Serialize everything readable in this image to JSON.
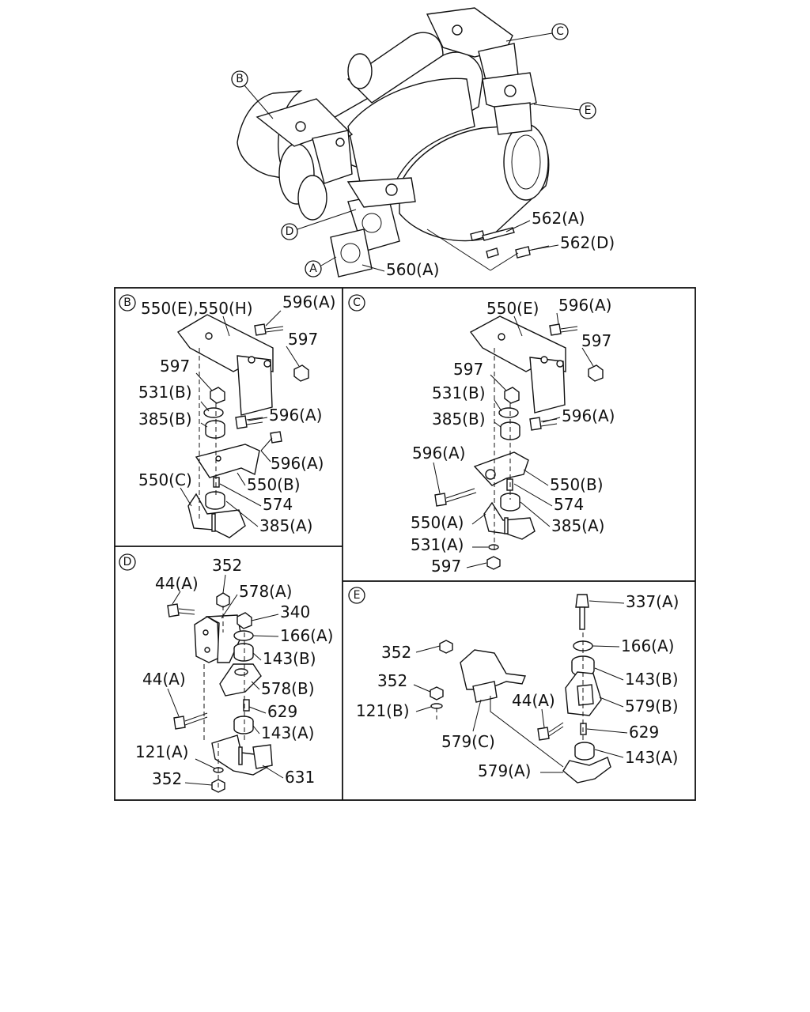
{
  "callouts": {
    "B": "B",
    "C": "C",
    "D": "D",
    "E": "E",
    "A": "A"
  },
  "overview": {
    "labels": [
      "562(A)",
      "562(D)",
      "560(A)"
    ]
  },
  "panel_b": {
    "tag": "B",
    "labels": [
      "550(E),550(H)",
      "596(A)",
      "597",
      "597",
      "531(B)",
      "385(B)",
      "596(A)",
      "596(A)",
      "550(C)",
      "550(B)",
      "574",
      "385(A)"
    ]
  },
  "panel_c": {
    "tag": "C",
    "labels": [
      "550(E)",
      "596(A)",
      "597",
      "597",
      "531(B)",
      "385(B)",
      "596(A)",
      "596(A)",
      "550(B)",
      "574",
      "550(A)",
      "385(A)",
      "531(A)",
      "597"
    ]
  },
  "panel_d": {
    "tag": "D",
    "labels": [
      "352",
      "44(A)",
      "578(A)",
      "340",
      "166(A)",
      "143(B)",
      "44(A)",
      "578(B)",
      "629",
      "143(A)",
      "121(A)",
      "352",
      "631"
    ]
  },
  "panel_e": {
    "tag": "E",
    "labels": [
      "337(A)",
      "352",
      "166(A)",
      "352",
      "143(B)",
      "44(A)",
      "579(B)",
      "121(B)",
      "629",
      "579(C)",
      "143(A)",
      "579(A)"
    ]
  }
}
